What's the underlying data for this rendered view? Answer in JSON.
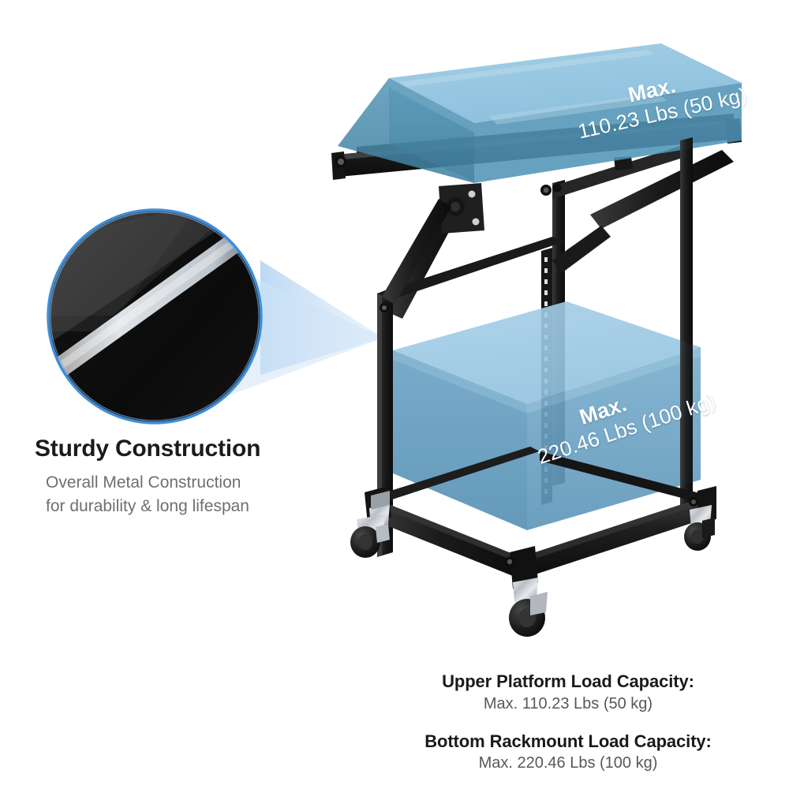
{
  "page": {
    "background_color": "#ffffff",
    "product": "rolling open-frame rack cart with tiltable upper platform"
  },
  "feature": {
    "title": "Sturdy Construction",
    "sub_line1": "Overall Metal Construction",
    "sub_line2": "for durability & long lifespan"
  },
  "magnifier": {
    "name": "zoom-detail-circle",
    "description": "close-up of black powder-coated metal tube surface with specular highlight",
    "ring_color": "#3f8ed6",
    "surface_dark": "#121212",
    "surface_light": "#3a3a3a",
    "highlight_color": "#e8eef4",
    "cone_color": "#cfe4f7"
  },
  "overlay_labels": {
    "upper": {
      "max_word": "Max.",
      "value": "110.23 Lbs (50 kg)",
      "color": "#ffffff",
      "rotation_deg": -12.5
    },
    "lower": {
      "max_word": "Max.",
      "value": "220.46 Lbs (100 kg)",
      "color": "#ffffff",
      "rotation_deg": -18
    }
  },
  "captions": [
    {
      "heading": "Upper Platform Load Capacity:",
      "value": "Max. 110.23 Lbs (50 kg)"
    },
    {
      "heading": "Bottom Rackmount Load Capacity:",
      "value": "Max. 220.46 Lbs (100 kg)"
    }
  ],
  "colors": {
    "box_top_light": "#8ec2de",
    "box_top_lower": "#9bc6e3",
    "box_face_dark": "#3d7a99",
    "box_face_mid": "#5d96b8",
    "box_face_right": "#4a8aab",
    "metal_black": "#1c1c1c",
    "metal_black_light": "#333333",
    "caster_chrome": "#c9ccd1",
    "heading_text": "#1a1a1a",
    "body_text": "#6f6f6f"
  }
}
